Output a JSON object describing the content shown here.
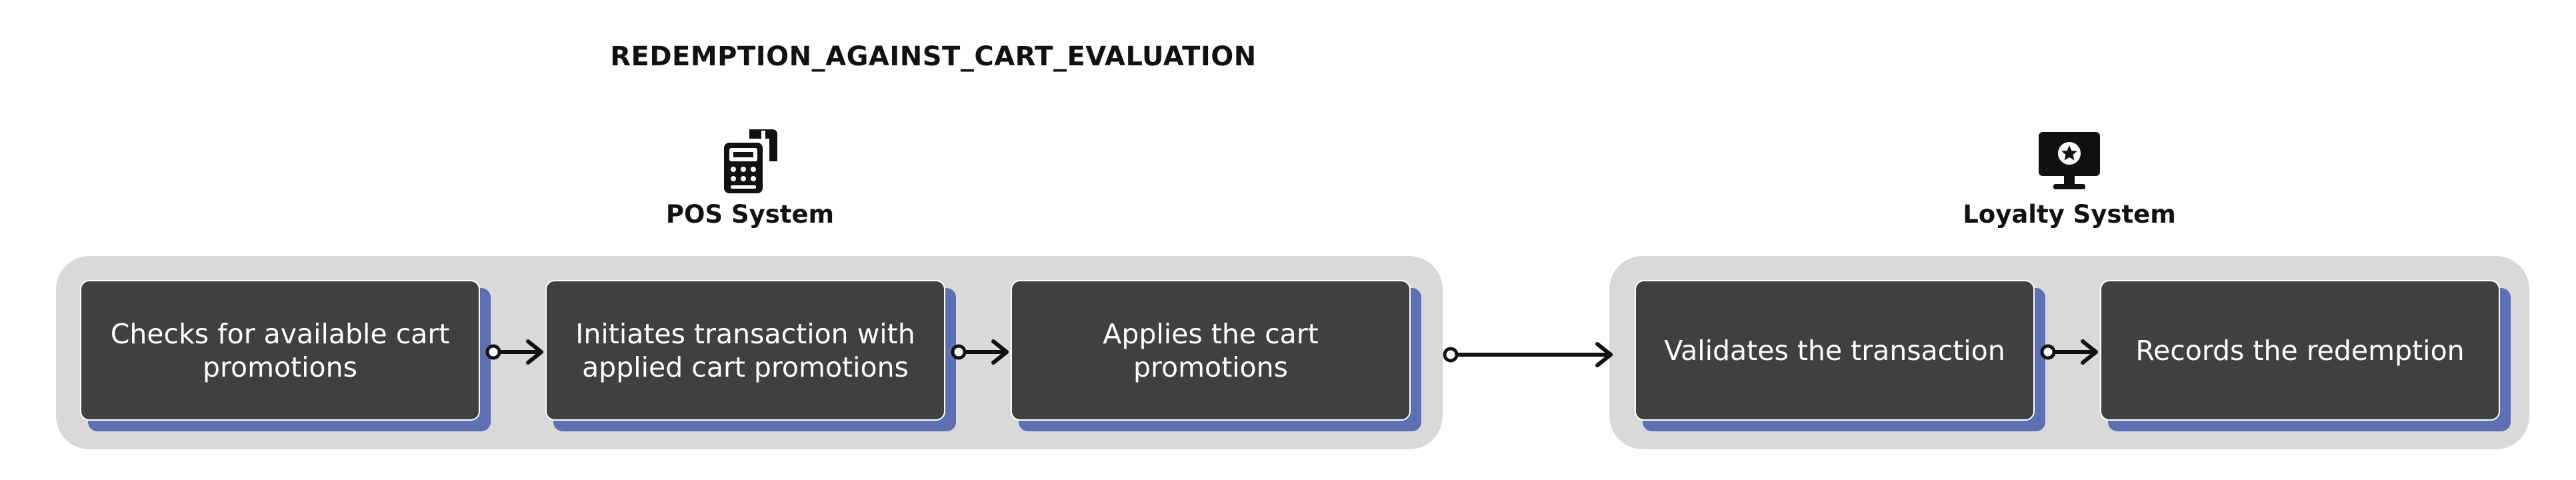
{
  "diagram": {
    "title": "REDEMPTION_AGAINST_CART_EVALUATION",
    "actors": [
      {
        "name": "POS System",
        "icon": "pos-terminal-icon"
      },
      {
        "name": "Loyalty System",
        "icon": "monitor-star-icon"
      }
    ],
    "steps": [
      {
        "text": "Checks for available cart promotions",
        "actor": "POS System"
      },
      {
        "text": "Initiates transaction with applied cart promotions",
        "actor": "POS System"
      },
      {
        "text": "Applies the cart promotions",
        "actor": "POS System"
      },
      {
        "text": "Validates the transaction",
        "actor": "Loyalty System"
      },
      {
        "text": "Records the redemption",
        "actor": "Loyalty System"
      }
    ],
    "colors": {
      "group_background": "#d9d9d9",
      "step_fill": "#404040",
      "step_shadow": "#5e70b4",
      "step_text": "#ffffff",
      "arrow": "#111111"
    }
  }
}
